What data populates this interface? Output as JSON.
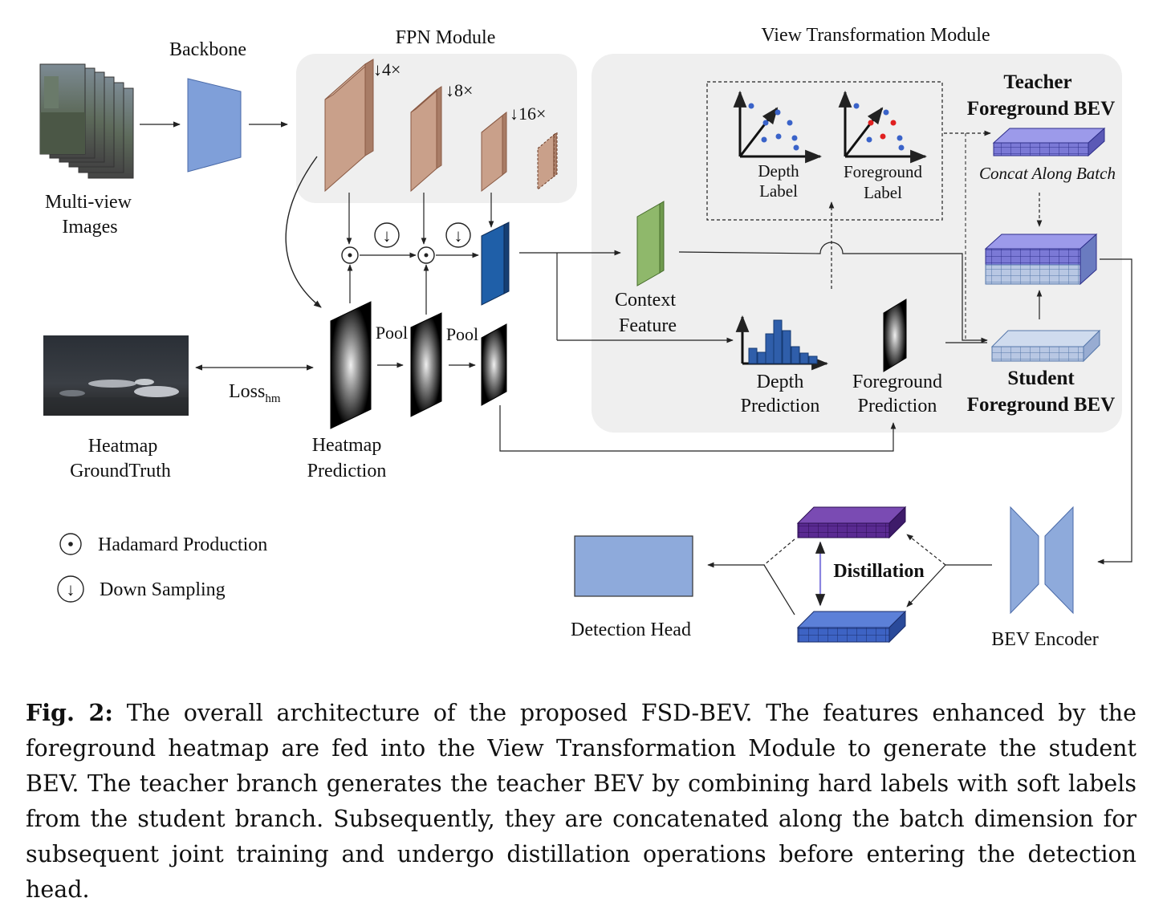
{
  "labels": {
    "backbone": "Backbone",
    "fpn_module": "FPN Module",
    "view_transformation_module": "View Transformation Module",
    "multiview_line1": "Multi-view",
    "multiview_line2": "Images",
    "scale_4x": "↓4×",
    "scale_8x": "↓8×",
    "scale_16x": "↓16×",
    "down_sampling_symbol": "↓",
    "hadamard_symbol": "⊙",
    "pool_1": "Pool",
    "pool_2": "Pool",
    "loss_main": "Loss",
    "loss_sub": "hm",
    "heatmap_gt_line1": "Heatmap",
    "heatmap_gt_line2": "GroundTruth",
    "heatmap_pred_line1": "Heatmap",
    "heatmap_pred_line2": "Prediction",
    "context_line1": "Context",
    "context_line2": "Feature",
    "depth_label_line1": "Depth",
    "depth_label_line2": "Label",
    "fg_label_line1": "Foreground",
    "fg_label_line2": "Label",
    "depth_pred_line1": "Depth",
    "depth_pred_line2": "Prediction",
    "fg_pred_line1": "Foreground",
    "fg_pred_line2": "Prediction",
    "teacher_line1": "Teacher",
    "teacher_line2": "Foreground BEV",
    "concat": "Concat Along Batch",
    "student_line1": "Student",
    "student_line2": "Foreground BEV",
    "distillation": "Distillation",
    "detection_head": "Detection Head",
    "bev_encoder": "BEV Encoder"
  },
  "legend": [
    {
      "symbol": "⊙",
      "text": "Hadamard Production"
    },
    {
      "symbol": "↓",
      "text": "Down Sampling"
    }
  ],
  "caption": {
    "prefix": "Fig. 2:",
    "text": " The overall architecture of the proposed FSD-BEV. The features enhanced by the foreground heatmap are fed into the View Transformation Module to generate the student BEV. The teacher branch generates the teacher BEV by combining hard labels with soft labels from the student branch. Subsequently, they are concatenated along the batch dimension for subsequent joint training and undergo distillation operations before entering the detection head."
  },
  "colors": {
    "fpn_feature": "#c9a08a",
    "backbone": "#7f9fd9",
    "fused_feature": "#1f5fa8",
    "context": "#8fb86b",
    "depth_bar": "#2f5eaa",
    "teacher_bev": "#7b79d6",
    "student_bev": "#b8c7e3",
    "distill_top": "#5a2a92",
    "distill_bottom": "#3d63c4",
    "detection_head": "#8eaadb",
    "panel": "#efefef"
  }
}
